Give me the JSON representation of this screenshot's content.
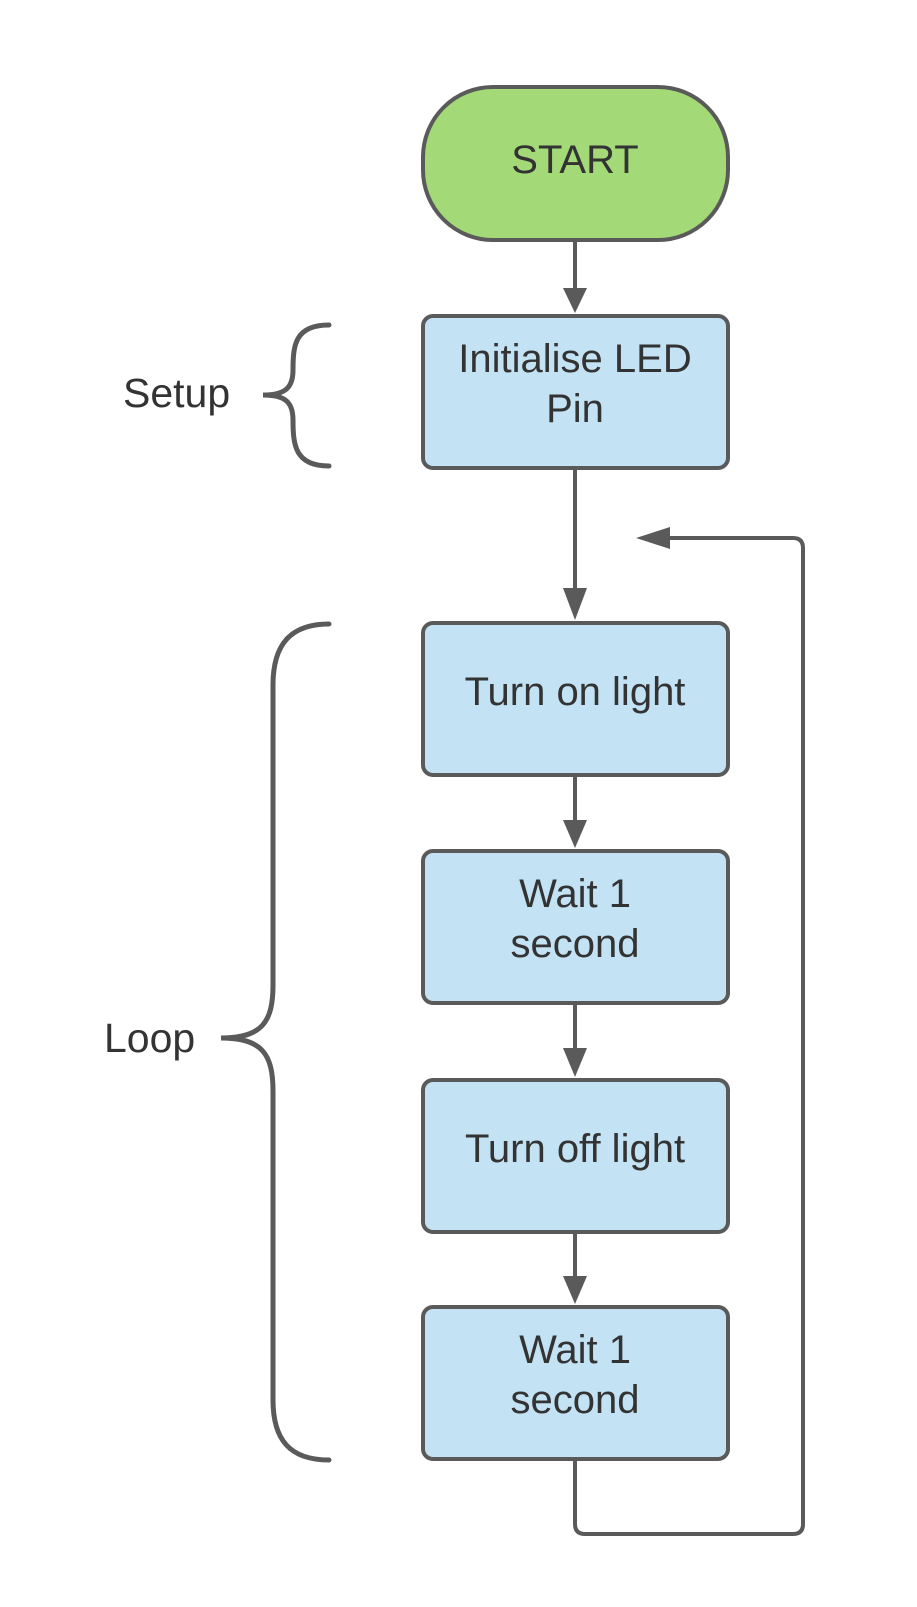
{
  "diagram": {
    "nodes": {
      "start": {
        "label": "START",
        "fill": "#a3d977"
      },
      "init": {
        "line1": "Initialise LED",
        "line2": "Pin",
        "fill": "#c3e3f5"
      },
      "turn_on": {
        "label": "Turn on light",
        "fill": "#c3e3f5"
      },
      "wait1": {
        "line1": "Wait 1",
        "line2": "second",
        "fill": "#c3e3f5"
      },
      "turn_off": {
        "label": "Turn off light",
        "fill": "#c3e3f5"
      },
      "wait2": {
        "line1": "Wait 1",
        "line2": "second",
        "fill": "#c3e3f5"
      }
    },
    "groups": {
      "setup": {
        "label": "Setup"
      },
      "loop": {
        "label": "Loop"
      }
    },
    "edges": [
      {
        "from": "START",
        "to": "Initialise LED Pin"
      },
      {
        "from": "Initialise LED Pin",
        "to": "Turn on light"
      },
      {
        "from": "Turn on light",
        "to": "Wait 1 second"
      },
      {
        "from": "Wait 1 second",
        "to": "Turn off light"
      },
      {
        "from": "Turn off light",
        "to": "Wait 1 second"
      },
      {
        "from": "Wait 1 second",
        "to": "Turn on light",
        "kind": "loop-back"
      }
    ],
    "colors": {
      "stroke": "#5a5a5a",
      "text": "#333333",
      "start_fill": "#a3d977",
      "process_fill": "#c3e3f5"
    }
  }
}
